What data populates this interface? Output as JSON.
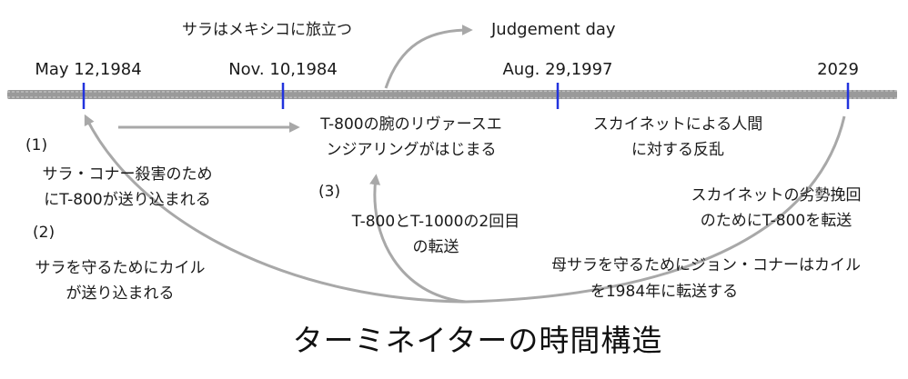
{
  "timeline": {
    "dates": [
      "May 12,1984",
      "Nov. 10,1984",
      "Aug. 29,1997",
      "2029"
    ],
    "tick_color": "#2233dd",
    "line_color": "#9a9a9a",
    "arrow_color": "#a8a8a8"
  },
  "events": {
    "sarah_mexico": "サラはメキシコに旅立つ",
    "judgement_day": "Judgement day",
    "reverse_engineering": [
      "T-800の腕のリヴァースエ",
      "ンジアリングがはじまる"
    ],
    "skynet_revolt": [
      "スカイネットによる人間",
      "に対する反乱"
    ]
  },
  "numbers": {
    "n1": "(1)",
    "n2": "(2)",
    "n3": "(3)"
  },
  "notes": {
    "t800_sent": [
      "サラ・コナー殺害のため",
      "にT-800が送り込まれる"
    ],
    "kyle_sent": [
      "サラを守るためにカイル",
      "が送り込まれる"
    ],
    "second_transfer": [
      "T-800とT-1000の2回目",
      "の転送"
    ],
    "skynet_t800": [
      "スカイネットの劣勢挽回",
      "のためにT-800を転送"
    ],
    "john_kyle": [
      "母サラを守るためにジョン・コナーはカイル",
      "を1984年に転送する"
    ]
  },
  "title": "ターミネイターの時間構造"
}
